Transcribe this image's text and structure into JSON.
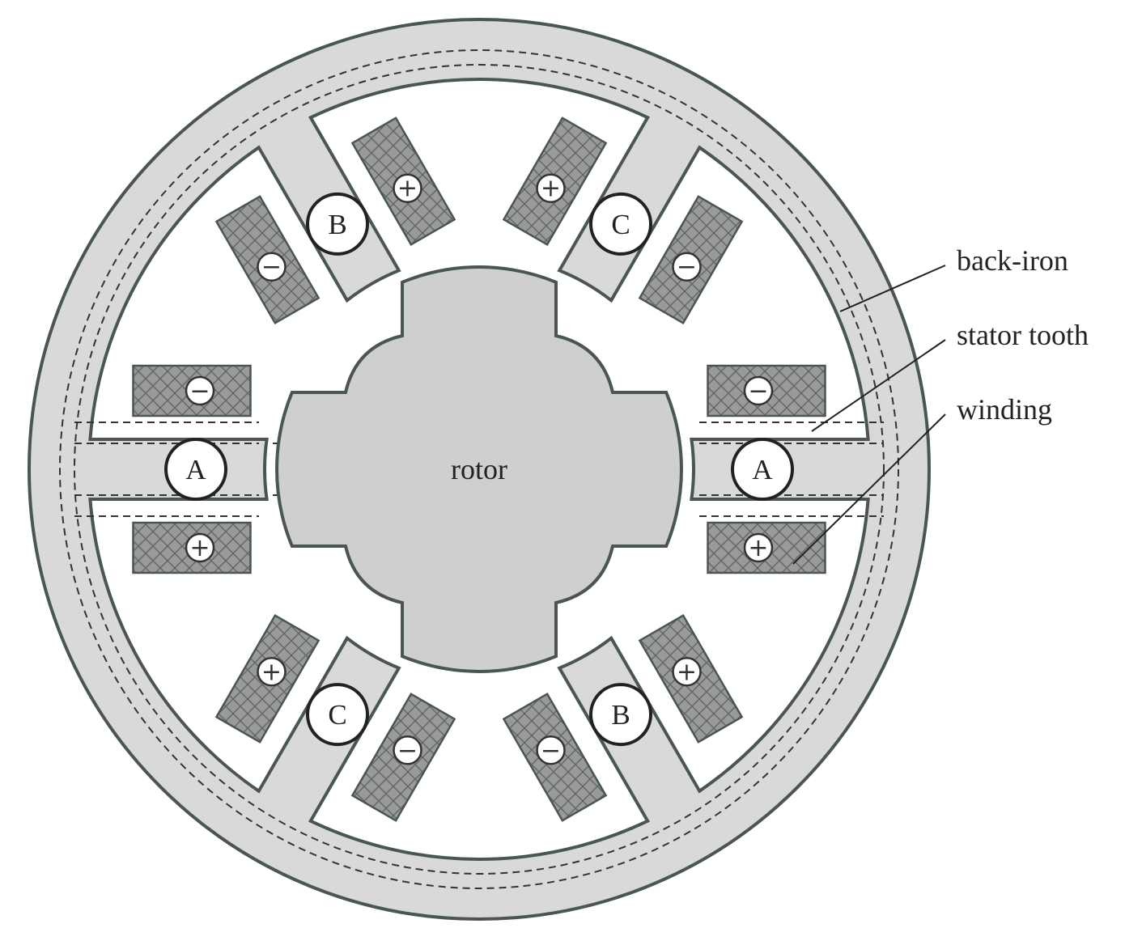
{
  "callouts": {
    "back_iron": "back-iron",
    "stator_tooth": "stator tooth",
    "winding": "winding"
  },
  "rotor_label": "rotor",
  "teeth": [
    {
      "phase": "A",
      "angle_deg": 0,
      "coil_ccw_sign": "−",
      "coil_cw_sign": "+"
    },
    {
      "phase": "C",
      "angle_deg": 60,
      "coil_ccw_sign": "+",
      "coil_cw_sign": "−"
    },
    {
      "phase": "B",
      "angle_deg": 120,
      "coil_ccw_sign": "−",
      "coil_cw_sign": "+"
    },
    {
      "phase": "A",
      "angle_deg": 180,
      "coil_ccw_sign": "+",
      "coil_cw_sign": "−"
    },
    {
      "phase": "C",
      "angle_deg": 240,
      "coil_ccw_sign": "−",
      "coil_cw_sign": "+"
    },
    {
      "phase": "B",
      "angle_deg": 300,
      "coil_ccw_sign": "+",
      "coil_cw_sign": "−"
    }
  ],
  "colors": {
    "iron": "#d9d9d9",
    "rotor": "#cfcfcf",
    "outline": "#4a5556",
    "coil": "#9a9a9a",
    "text": "#222222"
  }
}
